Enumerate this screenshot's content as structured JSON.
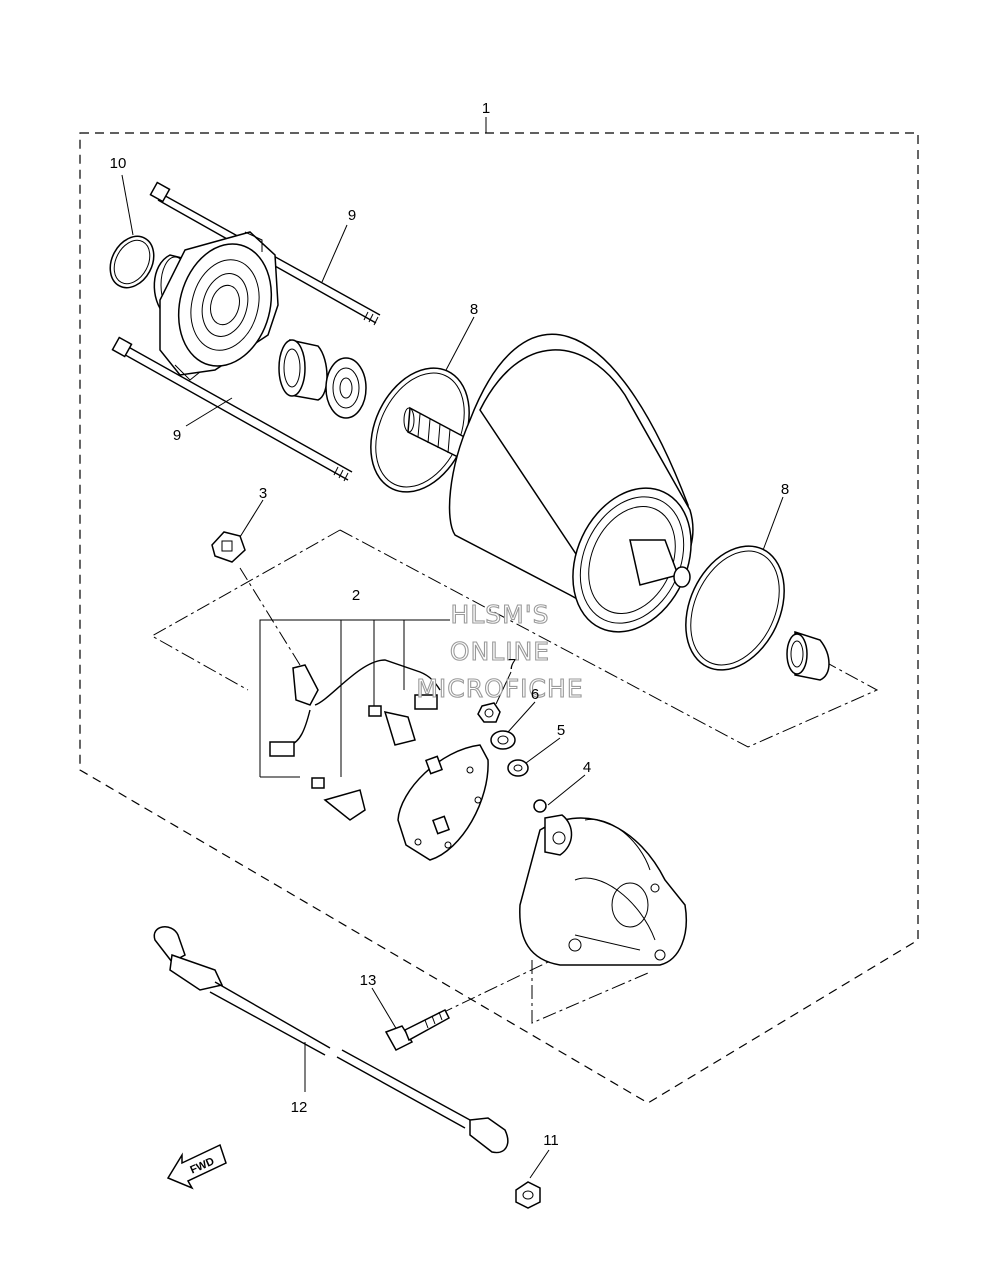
{
  "callouts": {
    "c1": "1",
    "c2": "2",
    "c3": "3",
    "c4": "4",
    "c5": "5",
    "c6": "6",
    "c7": "7",
    "c8a": "8",
    "c8b": "8",
    "c9a": "9",
    "c9b": "9",
    "c10": "10",
    "c11": "11",
    "c12": "12",
    "c13": "13"
  },
  "watermark": {
    "line1": "HLSM'S",
    "line2": "ONLINE",
    "line3": "MICROFICHE"
  },
  "fwd_label": "FWD"
}
